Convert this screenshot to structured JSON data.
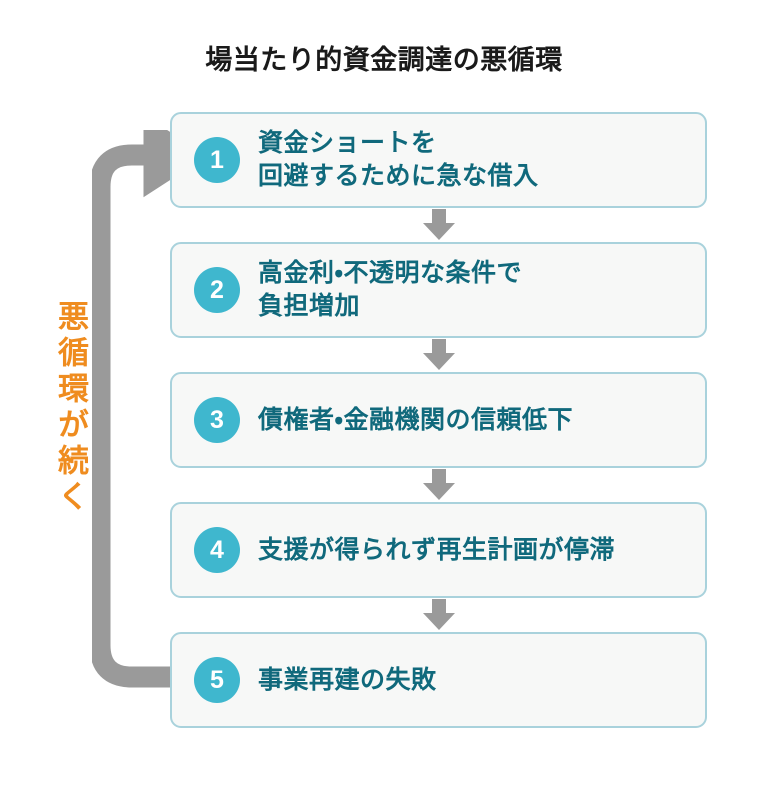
{
  "title": "場当たり的資金調達の悪循環",
  "loop": {
    "label": "悪循環が続く",
    "arrow_name": "loop-back-arrow",
    "color": "#9a9a9a"
  },
  "colors": {
    "accent_teal": "#3fb7ce",
    "text_teal": "#10697c",
    "box_border": "#a9d2dc",
    "box_fill": "#f7f8f7",
    "orange": "#ef8c1f",
    "arrow_gray": "#9a9a9a",
    "title": "#1a1a1a"
  },
  "steps": [
    {
      "number": "1",
      "text": "資金ショートを\n回避するために急な借入"
    },
    {
      "number": "2",
      "text": "高金利・不透明な条件で\n負担増加"
    },
    {
      "number": "3",
      "text": "債権者・金融機関の信頼低下"
    },
    {
      "number": "4",
      "text": "支援が得られず再生計画が停滞"
    },
    {
      "number": "5",
      "text": "事業再建の失敗"
    }
  ],
  "connectors": [
    {
      "name": "down-arrow-1-to-2"
    },
    {
      "name": "down-arrow-2-to-3"
    },
    {
      "name": "down-arrow-3-to-4"
    },
    {
      "name": "down-arrow-4-to-5"
    }
  ]
}
